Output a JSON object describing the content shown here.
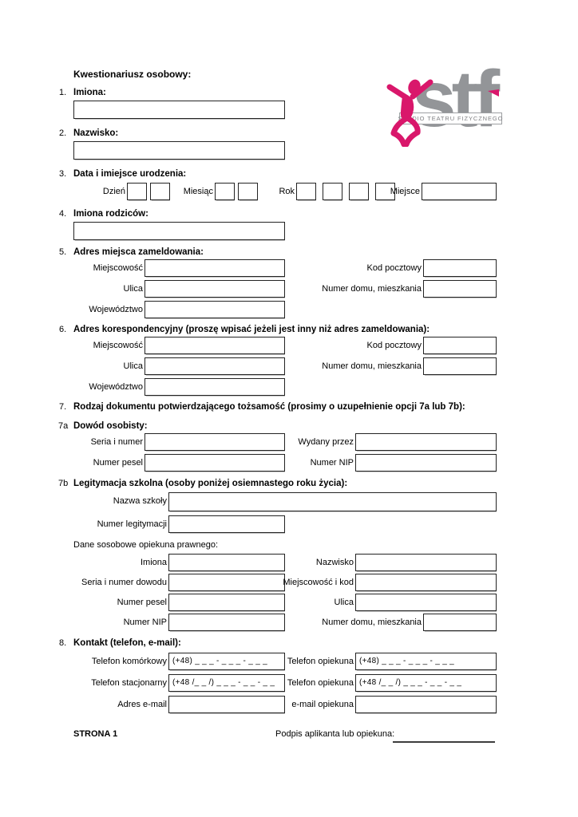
{
  "header": {
    "form_title": "Kwestionariusz osobowy:"
  },
  "logo": {
    "word": "stf",
    "tagline": "STUDIO TEATRU FIZYCZNEGO",
    "accent_color": "#D9176B",
    "letters_color": "#939598"
  },
  "sections": {
    "imiona": {
      "num": "1.",
      "title": "Imiona:"
    },
    "nazwisko": {
      "num": "2.",
      "title": "Nazwisko:"
    },
    "urodzenie": {
      "num": "3.",
      "title": "Data i imiejsce urodzenia:",
      "day": "Dzień",
      "month": "Miesiąc",
      "year": "Rok",
      "place": "Miejsce"
    },
    "rodzice": {
      "num": "4.",
      "title": "Imiona rodziców:"
    },
    "zameldowanie": {
      "num": "5.",
      "title": "Adres miejsca zameldowania:",
      "city": "Miejscowość",
      "postal": "Kod pocztowy",
      "street": "Ulica",
      "house": "Numer domu, mieszkania",
      "province": "Województwo"
    },
    "korespondencja": {
      "num": "6.",
      "title": "Adres korespondencyjny (proszę wpisać jeżeli jest inny niż adres zameldowania):",
      "city": "Miejscowość",
      "postal": "Kod pocztowy",
      "street": "Ulica",
      "house": "Numer domu, mieszkania",
      "province": "Województwo"
    },
    "dokument": {
      "num": "7.",
      "title": "Rodzaj dokumentu potwierdzającego tożsamość (prosimy o uzupełnienie opcji 7a lub 7b):"
    },
    "dowod": {
      "num": "7a",
      "title": "Dowód osobisty:",
      "seria": "Seria i numer",
      "wydany": "Wydany przez",
      "pesel": "Numer pesel",
      "nip": "Numer NIP"
    },
    "legitymacja": {
      "num": "7b",
      "title": "Legitymacja szkolna (osoby poniżej osiemnastego roku życia):",
      "school": "Nazwa szkoły",
      "card": "Numer legitymacji",
      "guardian_heading": "Dane sosobowe opiekuna prawnego:",
      "g_imiona": "Imiona",
      "g_nazwisko": "Nazwisko",
      "g_seria": "Seria i numer dowodu",
      "g_city": "Miejscowość i kod",
      "g_pesel": "Numer pesel",
      "g_ulica": "Ulica",
      "g_nip": "Numer NIP",
      "g_house": "Numer domu, mieszkania"
    },
    "kontakt": {
      "num": "8.",
      "title": "Kontakt (telefon, e-mail):",
      "mobile": "Telefon komórkowy",
      "landline": "Telefon stacjonarny",
      "email": "Adres e-mail",
      "guardian_phone": "Telefon opiekuna",
      "guardian_email": "e-mail opiekuna",
      "mobile_mask": "(+48) _ _ _ - _ _ _ - _ _ _",
      "landline_mask": "(+48 /_ _ /) _ _ _ - _ _ - _ _"
    }
  },
  "footer": {
    "page_label": "STRONA 1",
    "signature_label": "Podpis aplikanta lub opiekuna:"
  }
}
